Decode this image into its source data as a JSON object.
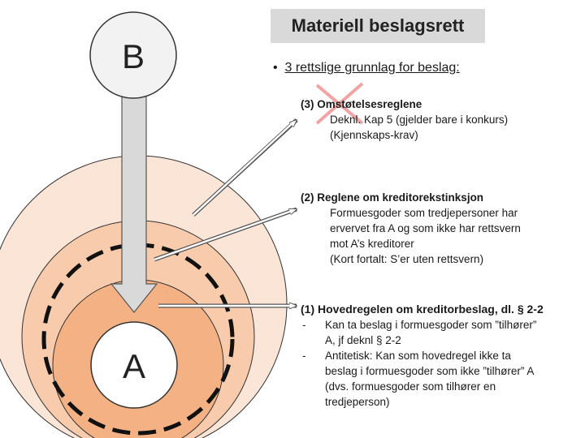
{
  "title": "Materiell beslagsrett",
  "bullet": {
    "symbol": "•",
    "text": "3 rettslige grunnlag for beslag:"
  },
  "circles": {
    "outer_label": "B",
    "inner_label": "A"
  },
  "items": {
    "item3": {
      "heading": "(3) Omstøtelsesreglene",
      "lines": [
        "Deknl. Kap 5 (gjelder bare i konkurs)",
        "(Kjennskaps-krav)"
      ],
      "struck_out": true
    },
    "item2": {
      "heading": "(2) Reglene om kreditorekstinksjon",
      "lines": [
        "Formuesgoder som tredjepersoner har",
        "ervervet fra A og som ikke har rettsvern",
        "mot A’s kreditorer",
        "(Kort fortalt: S’er uten rettsvern)"
      ]
    },
    "item1": {
      "heading": "(1)  Hovedregelen om kreditorbeslag, dl. § 2-2",
      "dash": "-",
      "bullets": [
        [
          "Kan ta beslag i formuesgoder som ”tilhører”",
          "A, jf deknl § 2-2"
        ],
        [
          "Antitetisk: Kan som hovedregel ikke ta",
          "beslag i formuesgoder som ikke ”tilhører” A",
          "(dvs. formuesgoder som tilhører en",
          "tredjeperson)"
        ]
      ]
    }
  },
  "colors": {
    "ring_outer": "#fbe5d6",
    "ring_middle": "#f8cbad",
    "ring_inner": "#f4b183",
    "cross": "#f4a3a3",
    "arrow_fill": "#d9d9d9"
  }
}
